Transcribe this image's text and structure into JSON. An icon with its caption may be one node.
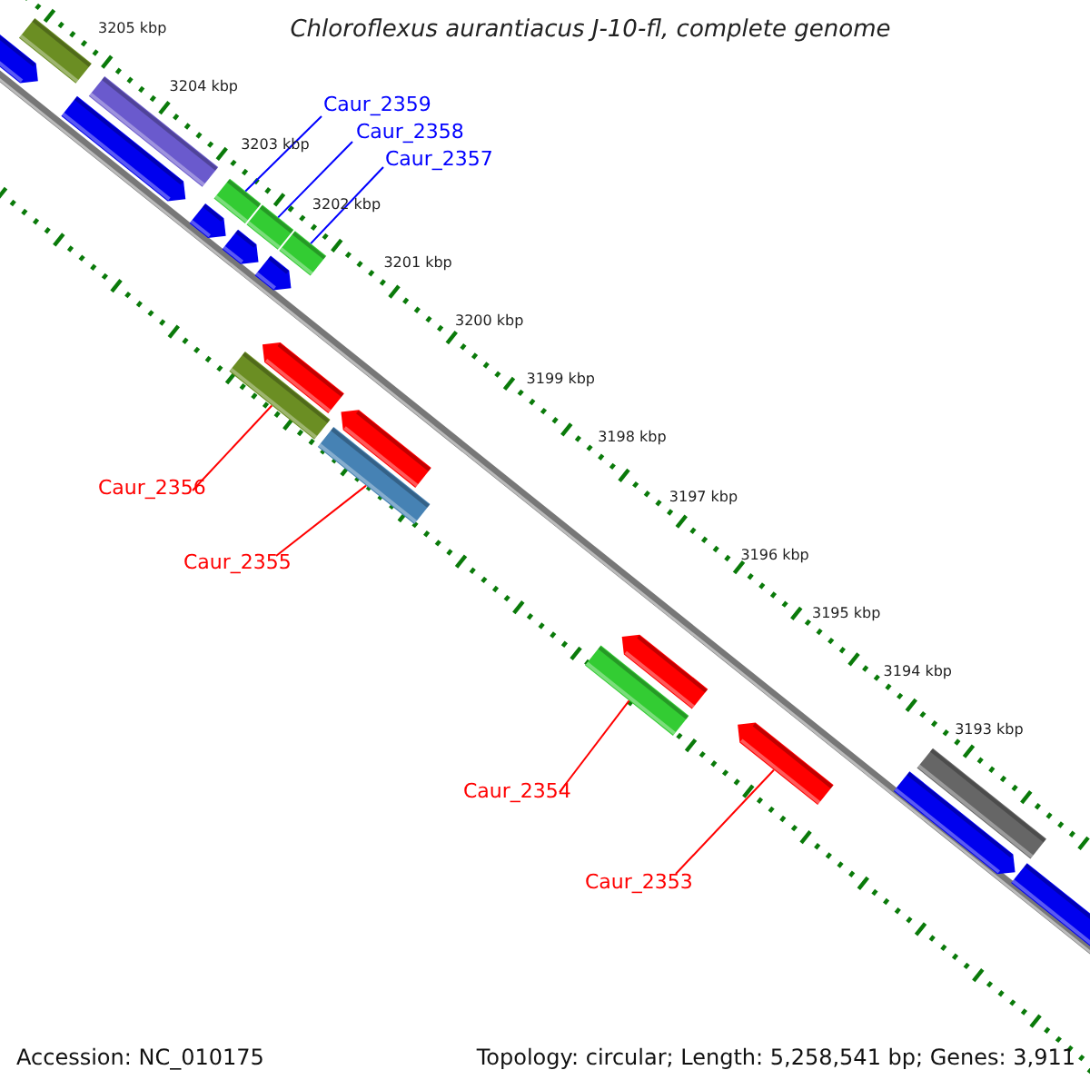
{
  "diagram": {
    "title": "Chloroflexus aurantiacus J-10-fl, complete genome",
    "nodes": [
      {
        "text": [
          "Caur_2359"
        ]
      },
      {
        "text": [
          "Caur_2358"
        ]
      },
      {
        "text": [
          "Caur_2357"
        ]
      },
      {
        "text": [
          "Caur_2356"
        ]
      },
      {
        "text": [
          "Caur_2355"
        ]
      },
      {
        "text": [
          "Caur_2354"
        ]
      },
      {
        "text": [
          "Caur_2353"
        ]
      },
      {
        "text": [],
        "shape": "bar"
      },
      {
        "text": [],
        "shape": "bar"
      },
      {
        "text": [],
        "shape": "bar"
      },
      {
        "text": [],
        "shape": "bar"
      },
      {
        "text": [],
        "shape": "bar"
      },
      {
        "text": [],
        "shape": "bar"
      },
      {
        "text": [],
        "shape": "bar"
      }
    ],
    "edges": [
      {
        "from": 0,
        "to": 7,
        "arrow": "none",
        "color": "#0000ff"
      },
      {
        "from": 1,
        "to": 8,
        "arrow": "none",
        "color": "#0000ff"
      },
      {
        "from": 2,
        "to": 9,
        "arrow": "none",
        "color": "#0000ff"
      },
      {
        "from": 3,
        "to": 10,
        "arrow": "none"
      },
      {
        "from": 4,
        "to": 11,
        "arrow": "none"
      },
      {
        "from": 5,
        "to": 12,
        "arrow": "none"
      },
      {
        "from": 6,
        "to": 13,
        "arrow": "none"
      }
    ],
    "labels": [
      "3205 kbp",
      "3204 kbp",
      "3203 kbp",
      "3202 kbp",
      "3201 kbp",
      "3200 kbp",
      "3199 kbp",
      "3198 kbp",
      "3197 kbp",
      "3196 kbp",
      "3195 kbp",
      "3194 kbp",
      "3193 kbp",
      "Accession: NC_010175",
      "Topology: circular; Length: 5,258,541 bp; Genes: 3,911"
    ]
  }
}
